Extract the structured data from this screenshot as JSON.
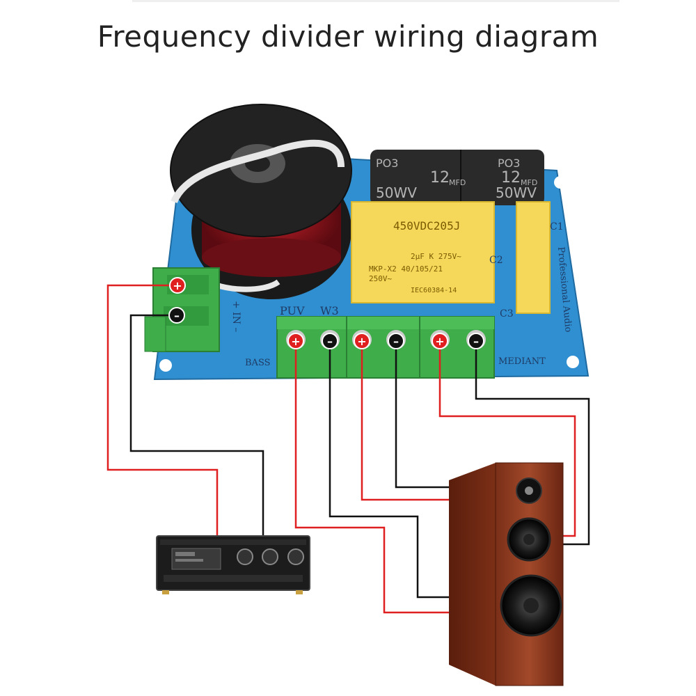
{
  "title": "Frequency divider wiring diagram",
  "board": {
    "terminal_labels": [
      "PUV",
      "W3"
    ],
    "bass_label": "BASS",
    "mediant_label": "MEDIANT",
    "input_label": "+ IN –",
    "side_text": "Professional Audio",
    "c1": "C1",
    "c2": "C2",
    "c3": "C3"
  },
  "capacitors": {
    "electrolytic_left": {
      "line1": "PO3",
      "line2": "12",
      "line3": "MFD",
      "line4": "50WV"
    },
    "electrolytic_right": {
      "line1": "PO3",
      "line2": "12",
      "line3": "MFD",
      "line4": "50WV"
    },
    "film_main": {
      "line1": "450VDC205J",
      "line2": "2μF K 275V~",
      "line3": "MKP-X2 40/105/21",
      "line4": "250V~",
      "line5": "IEC60384-14"
    }
  },
  "polarity": {
    "plus": "+",
    "minus": "–"
  },
  "colors": {
    "red_wire": "#e02020",
    "black_wire": "#111111",
    "pcb": "#2f8fd0",
    "terminal": "#3fae4a"
  }
}
